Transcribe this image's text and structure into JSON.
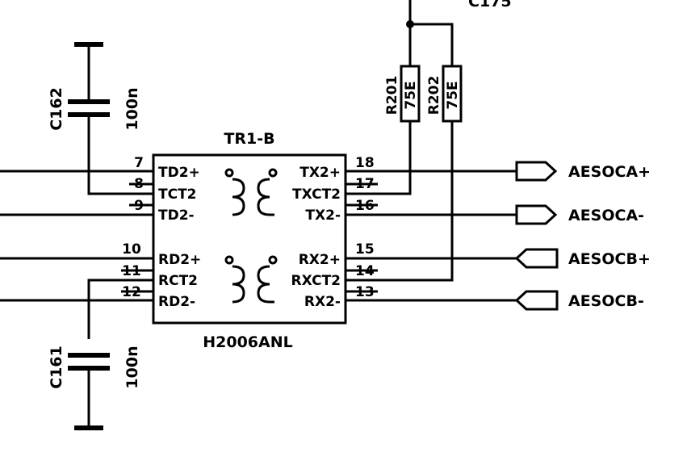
{
  "schematic": {
    "transformer": {
      "ref": "TR1-B",
      "part": "H2006ANL"
    },
    "capacitors": [
      {
        "ref": "C162",
        "value": "100n"
      },
      {
        "ref": "C161",
        "value": "100n"
      }
    ],
    "resistors": [
      {
        "ref": "R201",
        "value": "75E"
      },
      {
        "ref": "R202",
        "value": "75E"
      }
    ],
    "top_label_partial": "C175",
    "left_pins": [
      {
        "num": "7",
        "name": "TD2+"
      },
      {
        "num": "8",
        "name": "TCT2"
      },
      {
        "num": "9",
        "name": "TD2-"
      },
      {
        "num": "10",
        "name": "RD2+"
      },
      {
        "num": "11",
        "name": "RCT2"
      },
      {
        "num": "12",
        "name": "RD2-"
      }
    ],
    "right_pins": [
      {
        "num": "18",
        "name": "TX2+"
      },
      {
        "num": "17",
        "name": "TXCT2"
      },
      {
        "num": "16",
        "name": "TX2-"
      },
      {
        "num": "15",
        "name": "RX2+"
      },
      {
        "num": "14",
        "name": "RXCT2"
      },
      {
        "num": "13",
        "name": "RX2-"
      }
    ],
    "ports": [
      {
        "name": "AESOCA+",
        "direction": "output"
      },
      {
        "name": "AESOCA-",
        "direction": "output"
      },
      {
        "name": "AESOCB+",
        "direction": "input"
      },
      {
        "name": "AESOCB-",
        "direction": "input"
      }
    ]
  }
}
